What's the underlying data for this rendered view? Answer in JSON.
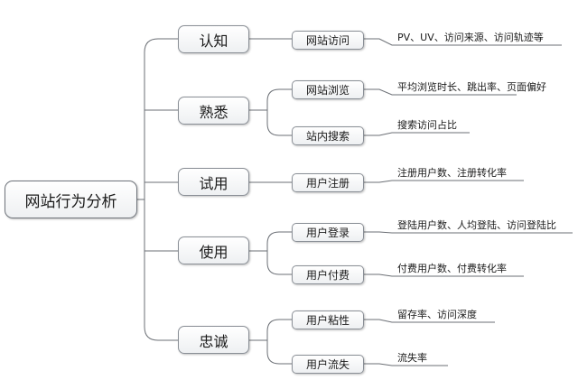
{
  "root": {
    "label": "网站行为分析"
  },
  "branches": [
    {
      "label": "认知",
      "children": [
        {
          "label": "网站访问",
          "metrics": "PV、UV、访问来源、访问轨迹等"
        }
      ]
    },
    {
      "label": "熟悉",
      "children": [
        {
          "label": "网站浏览",
          "metrics": "平均浏览时长、跳出率、页面偏好"
        },
        {
          "label": "站内搜索",
          "metrics": "搜索访问占比"
        }
      ]
    },
    {
      "label": "试用",
      "children": [
        {
          "label": "用户注册",
          "metrics": "注册用户数、注册转化率"
        }
      ]
    },
    {
      "label": "使用",
      "children": [
        {
          "label": "用户登录",
          "metrics": "登陆用户数、人均登陆、访问登陆比"
        },
        {
          "label": "用户付费",
          "metrics": "付费用户数、付费转化率"
        }
      ]
    },
    {
      "label": "忠诚",
      "children": [
        {
          "label": "用户粘性",
          "metrics": "留存率、访问深度"
        },
        {
          "label": "用户流失",
          "metrics": "流失率"
        }
      ]
    }
  ],
  "colors": {
    "line": "#6b6f75",
    "border": "#8a8f96"
  }
}
